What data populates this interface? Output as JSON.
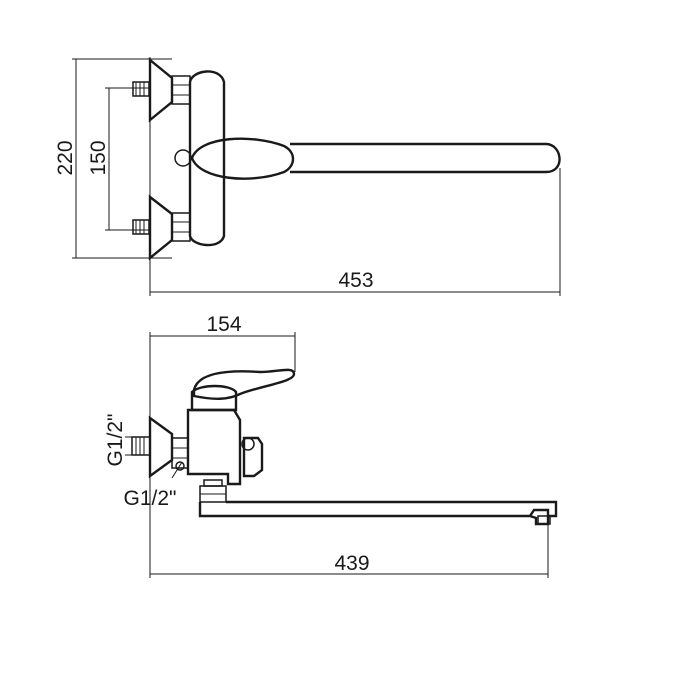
{
  "top_view": {
    "height_total": "220",
    "inlet_spacing": "150",
    "total_width": "453"
  },
  "side_view": {
    "handle_reach": "154",
    "inlet_thread": "G1/2\"",
    "outlet_thread": "G1/2\"",
    "spout_reach": "439"
  }
}
